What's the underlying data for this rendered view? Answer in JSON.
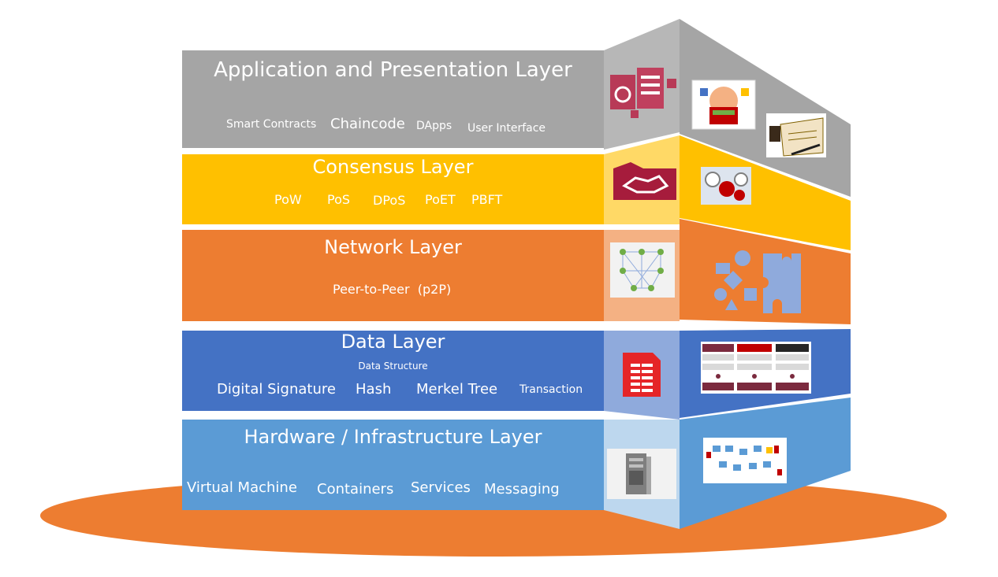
{
  "colors": {
    "disc": "#ed7d31",
    "application": "#a5a5a5",
    "consensus": "#ffc000",
    "network": "#ed7d31",
    "data": "#4472c4",
    "hardware": "#5b9bd5"
  },
  "layers": [
    {
      "key": "application",
      "title": "Application and Presentation Layer",
      "tags": [
        "Smart Contracts",
        "Chaincode",
        "DApps",
        "User Interface"
      ],
      "icons": [
        "server-sync-icon",
        "developer-collage-icon",
        "contract-signing-icon"
      ]
    },
    {
      "key": "consensus",
      "title": "Consensus Layer",
      "tags": [
        "PoW",
        "PoS",
        "DPoS",
        "PoET",
        "PBFT"
      ],
      "icons": [
        "handshake-icon",
        "currency-gears-icon"
      ]
    },
    {
      "key": "network",
      "title": "Network Layer",
      "tags": [
        "Peer-to-Peer  (p2P)"
      ],
      "icons": [
        "peer-network-icon",
        "shapes-puzzle-icon"
      ]
    },
    {
      "key": "data",
      "title": "Data Layer",
      "subtitle": "Data Structure",
      "tags": [
        "Digital Signature",
        "Hash",
        "Merkel Tree",
        "Transaction"
      ],
      "icons": [
        "spreadsheet-document-icon",
        "block-chain-diagram-icon"
      ]
    },
    {
      "key": "hardware",
      "title": "Hardware / Infrastructure Layer",
      "tags": [
        "Virtual Machine",
        "Containers",
        "Services",
        "Messaging"
      ],
      "icons": [
        "server-tower-icon",
        "infrastructure-diagram-icon"
      ]
    }
  ]
}
